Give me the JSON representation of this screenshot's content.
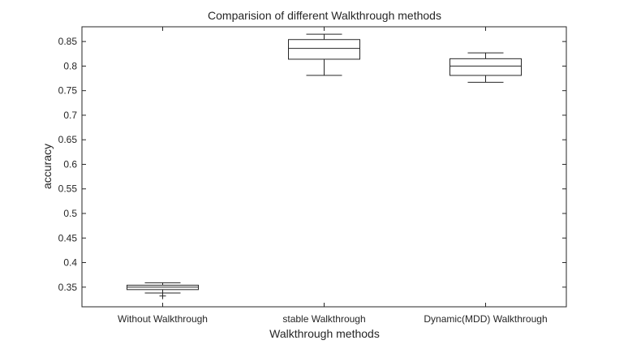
{
  "chart_data": {
    "type": "box",
    "title": "Comparision of different Walkthrough methods",
    "xlabel": "Walkthrough methods",
    "ylabel": "accuracy",
    "ylim": [
      0.31,
      0.88
    ],
    "yticks": [
      0.35,
      0.4,
      0.45,
      0.5,
      0.55,
      0.6,
      0.65,
      0.7,
      0.75,
      0.8,
      0.85
    ],
    "ytick_labels": [
      "0.35",
      "0.4",
      "0.45",
      "0.5",
      "0.55",
      "0.6",
      "0.65",
      "0.7",
      "0.75",
      "0.8",
      "0.85"
    ],
    "categories": [
      "Without Walkthrough",
      "stable Walkthrough",
      "Dynamic(MDD) Walkthrough"
    ],
    "boxes": [
      {
        "min": 0.338,
        "q1": 0.345,
        "median": 0.35,
        "q3": 0.354,
        "max": 0.359,
        "outliers": [
          0.332
        ]
      },
      {
        "min": 0.781,
        "q1": 0.814,
        "median": 0.836,
        "q3": 0.854,
        "max": 0.865,
        "outliers": []
      },
      {
        "min": 0.767,
        "q1": 0.781,
        "median": 0.8,
        "q3": 0.815,
        "max": 0.827,
        "outliers": []
      }
    ],
    "grid": false,
    "legend": "none"
  },
  "colors": {
    "axis": "#262626",
    "box": "#262626",
    "background": "#ffffff"
  }
}
